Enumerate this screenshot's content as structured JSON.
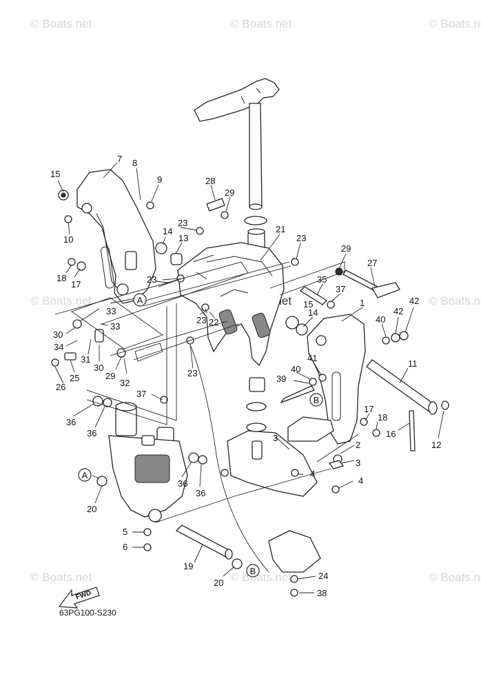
{
  "watermark": "© Boats.net",
  "diagram_code": "63PG100-S230",
  "fwd_label": "FWD",
  "ref_marks": {
    "A": "A",
    "B": "B"
  },
  "callouts": {
    "n1": "1",
    "n2": "2",
    "n3a": "3",
    "n3b": "3",
    "n4a": "4",
    "n4b": "4",
    "n5": "5",
    "n6": "6",
    "n7": "7",
    "n8": "8",
    "n9": "9",
    "n10": "10",
    "n11": "11",
    "n12": "12",
    "n13": "13",
    "n14a": "14",
    "n14b": "14",
    "n15a": "15",
    "n15b": "15",
    "n16": "16",
    "n17a": "17",
    "n17b": "17",
    "n18a": "18",
    "n18b": "18",
    "n19": "19",
    "n20a": "20",
    "n20b": "20",
    "n21": "21",
    "n22": "22",
    "n23a": "23",
    "n23b": "23",
    "n23c": "23",
    "n23d": "23",
    "n23e": "23",
    "n24": "24",
    "n25": "25",
    "n26": "26",
    "n27": "27",
    "n28": "28",
    "n29a": "29",
    "n29b": "29",
    "n29c": "29",
    "n30a": "30",
    "n30b": "30",
    "n31": "31",
    "n32": "32",
    "n33a": "33",
    "n33b": "33",
    "n34": "34",
    "n35": "35",
    "n36a": "36",
    "n36b": "36",
    "n36c": "36",
    "n36d": "36",
    "n37a": "37",
    "n37b": "37",
    "n38": "38",
    "n39": "39",
    "n40a": "40",
    "n40b": "40",
    "n41": "41",
    "n42a": "42",
    "n42b": "42"
  }
}
